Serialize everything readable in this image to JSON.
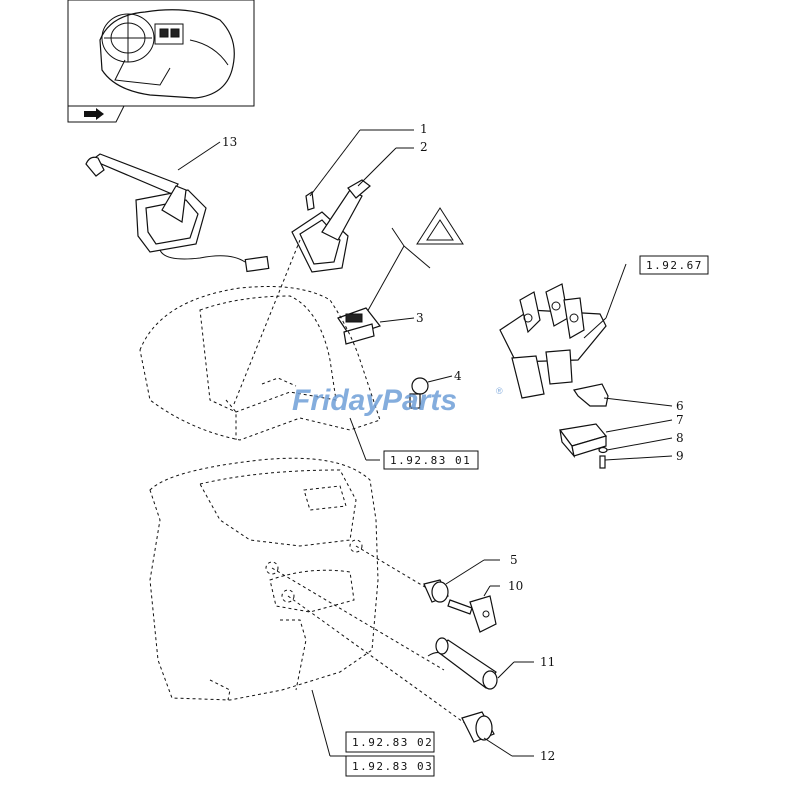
{
  "watermark": {
    "part1": "Friday",
    "part2": "Parts",
    "color": "#6f9fd8"
  },
  "references": [
    {
      "id": "ref-19267",
      "text": "1.92.67"
    },
    {
      "id": "ref-1928301",
      "text": "1.92.83 01"
    },
    {
      "id": "ref-1928302",
      "text": "1.92.83 02"
    },
    {
      "id": "ref-1928303",
      "text": "1.92.83 03"
    }
  ],
  "callouts": [
    "1",
    "2",
    "3",
    "4",
    "5",
    "6",
    "7",
    "8",
    "9",
    "10",
    "11",
    "12",
    "13"
  ],
  "icons": {
    "hazard": "hazard-warning-icon",
    "nav": "arrow-nav-icon"
  }
}
